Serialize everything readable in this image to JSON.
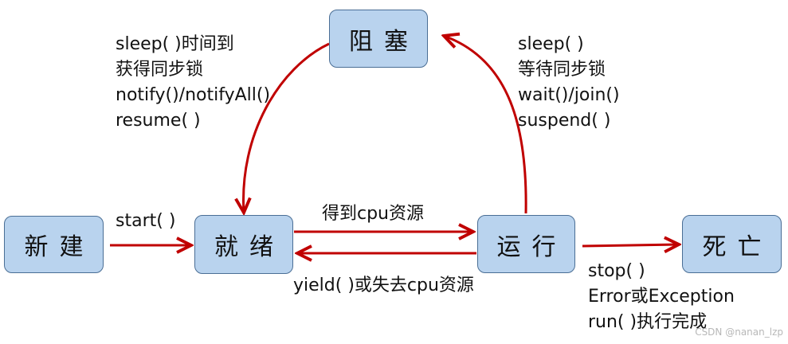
{
  "colors": {
    "state_fill": "#b9d3ee",
    "state_border": "#4a6e95",
    "arrow": "#c00000",
    "text": "#111111"
  },
  "states": {
    "new": "新建",
    "runnable": "就绪",
    "blocked": "阻塞",
    "running": "运行",
    "dead": "死亡"
  },
  "transitions": {
    "new_to_runnable": [
      "start( )"
    ],
    "runnable_to_running": [
      "得到cpu资源"
    ],
    "running_to_runnable": [
      "yield( )或失去cpu资源"
    ],
    "blocked_to_runnable": [
      "sleep( )时间到",
      "获得同步锁",
      "notify()/notifyAll()",
      "resume( )"
    ],
    "running_to_blocked": [
      "sleep( )",
      "等待同步锁",
      "wait()/join()",
      "suspend( )"
    ],
    "running_to_dead": [
      "stop( )",
      "Error或Exception",
      "run( )执行完成"
    ]
  },
  "watermark": "CSDN @nanan_lzp"
}
